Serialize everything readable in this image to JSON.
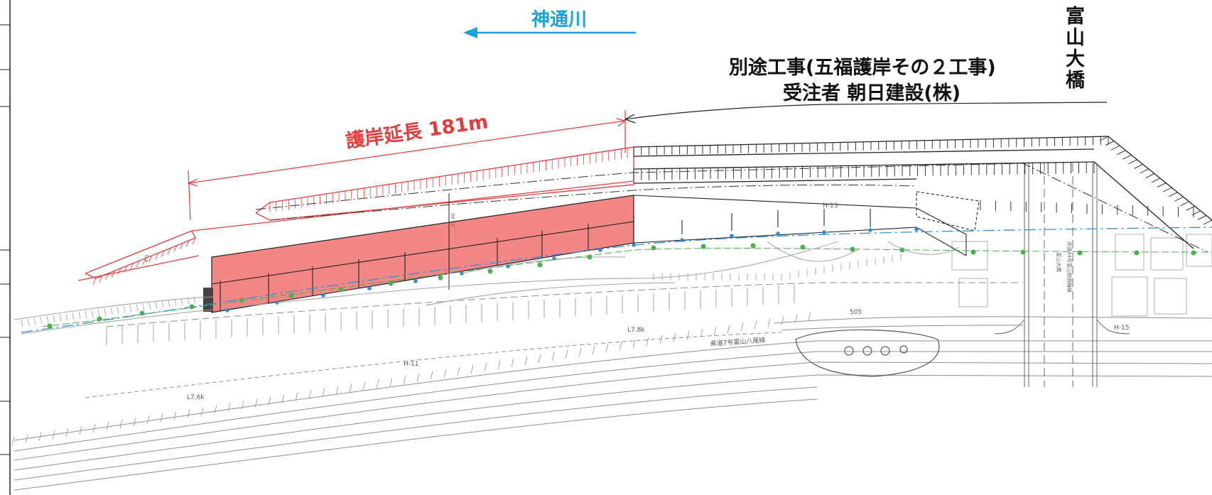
{
  "river": {
    "name": "神通川"
  },
  "bridge": {
    "name": "富山大橋",
    "route_label": "県道44号富山総曲輪線",
    "bridge_label": "富山大橋"
  },
  "separate_work": {
    "line1": "別途工事(五福護岸その２工事)",
    "line2": "受注者 朝日建設(株)"
  },
  "revetment": {
    "label": "護岸延長 181m",
    "length_m": 181
  },
  "road": {
    "label": "県道7号富山八尾線"
  },
  "distance_posts": [
    "L7.6k",
    "L7.8k"
  ],
  "benchmarks": [
    "H-11",
    "H-13",
    "H-15"
  ],
  "elevation_mark": "505",
  "dimension_labels": [
    "31.40",
    "4.0"
  ],
  "colors": {
    "river_blue": "#1aa3d9",
    "extent_red": "#e53b3b",
    "fill_pink": "#f38787",
    "line_black": "#222222",
    "line_gray": "#8c8c8c",
    "survey_green": "#4caf50",
    "centerline_blue": "#2f8fd6"
  }
}
